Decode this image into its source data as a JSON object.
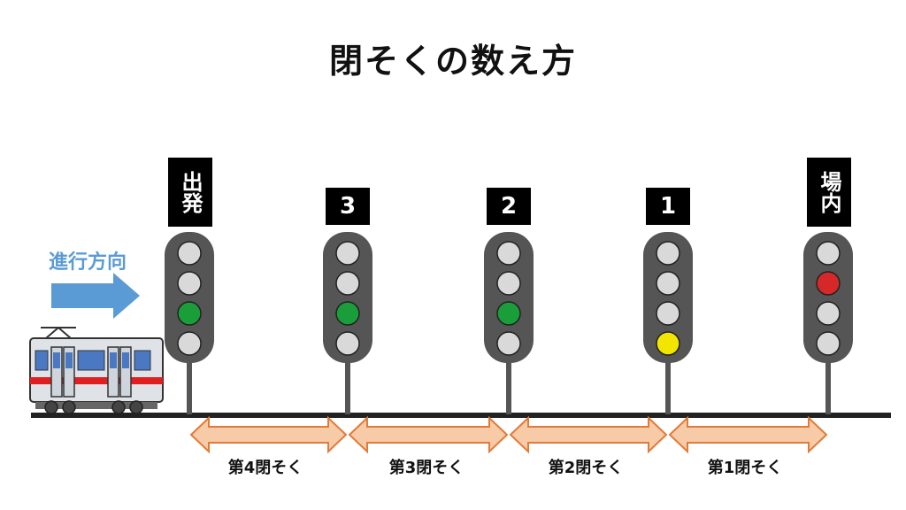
{
  "title": "閉そくの数え方",
  "direction_label": "進行方向",
  "colors": {
    "housing": "#555555",
    "lamp_off": "#d9d9d9",
    "green": "#1a9e3a",
    "yellow": "#f2e600",
    "red": "#d62828",
    "arrow_fill": "#f8cba8",
    "arrow_stroke": "#e07b39",
    "direction_arrow": "#5b9bd5",
    "rail": "#222222"
  },
  "signals": [
    {
      "label": "出発",
      "label_style": "kanji",
      "active_lamp": 3,
      "active_color": "green"
    },
    {
      "label": "3",
      "label_style": "num",
      "active_lamp": 3,
      "active_color": "green"
    },
    {
      "label": "2",
      "label_style": "num",
      "active_lamp": 3,
      "active_color": "green"
    },
    {
      "label": "1",
      "label_style": "num",
      "active_lamp": 4,
      "active_color": "yellow"
    },
    {
      "label": "場内",
      "label_style": "kanji",
      "active_lamp": 2,
      "active_color": "red"
    }
  ],
  "blocks": [
    {
      "label": "第4閉そく"
    },
    {
      "label": "第3閉そく"
    },
    {
      "label": "第2閉そく"
    },
    {
      "label": "第1閉そく"
    }
  ]
}
